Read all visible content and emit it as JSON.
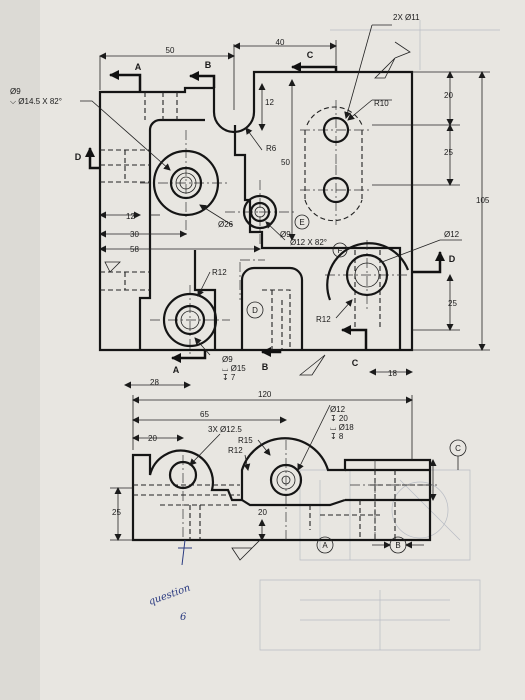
{
  "front_view": {
    "dims": {
      "top_50": "50",
      "top_40": "40",
      "d12_top": "12",
      "r10": "R10",
      "right_20": "20",
      "right_25": "25",
      "total_105": "105",
      "r6": "R6",
      "v50": "50",
      "d26": "Ø26",
      "left_12": "12",
      "left_30": "30",
      "left_58": "58",
      "r12_mid": "R12",
      "r12_low": "R12",
      "right_25_low": "25",
      "d12_right": "Ø12",
      "bot_28": "28",
      "bot_18": "18",
      "two_x_d11": "2X Ø11",
      "cb_d9": "Ø9",
      "cb_d15": "⌴ Ø15",
      "cb_depth7": "↧ 7"
    },
    "notes": {
      "csk_line1": "Ø9",
      "csk_line2": "⌵ Ø14.5 X 82°",
      "csk12": "Ø12 X 82°",
      "csk12_prefix": "Ø9"
    },
    "section_letters": {
      "a_top": "A",
      "b_top": "B",
      "c_top": "C",
      "d_left": "D",
      "d_right": "D",
      "a_bot": "A",
      "b_bot": "B",
      "c_bot": "C"
    },
    "balloons": [
      "D",
      "E",
      "F"
    ]
  },
  "bottom_view": {
    "dims": {
      "total_120": "120",
      "d65": "65",
      "d20_left": "20",
      "three_x": "3X Ø12.5",
      "r15": "R15",
      "r12": "R12",
      "h25": "25",
      "d20_low": "20"
    },
    "hole_note": [
      "Ø12",
      "↧ 20",
      "⌴ Ø18",
      "↧ 8"
    ],
    "balloons": [
      "A",
      "B",
      "C"
    ]
  },
  "handwriting": [
    "question",
    "6"
  ]
}
